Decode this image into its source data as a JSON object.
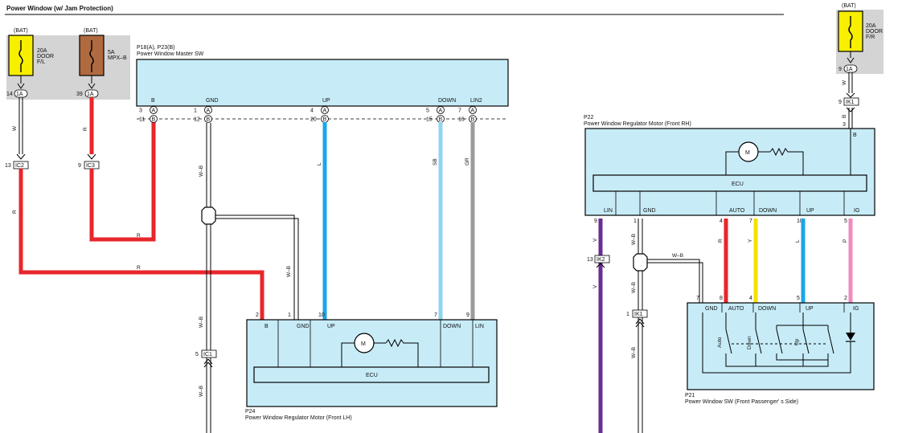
{
  "title": "Power Window (w/ Jam Protection)",
  "fuses": {
    "door_fl": {
      "source": "(BAT)",
      "rating": "20A",
      "name1": "DOOR",
      "name2": "F/L",
      "conn": "1A",
      "pin": "14"
    },
    "mpx_b": {
      "source": "(BAT)",
      "rating": "5A",
      "name1": "MPX–B",
      "conn": "1A",
      "pin": "39"
    },
    "door_fr": {
      "source": "(BAT)",
      "rating": "20A",
      "name1": "DOOR",
      "name2": "F/R",
      "conn": "1A",
      "pin": "9"
    }
  },
  "master_sw": {
    "code": "P18(A), P23(B)",
    "name": "Power Window Master SW",
    "terminals": [
      "B",
      "GND",
      "UP",
      "DOWN",
      "LIN2"
    ],
    "pins_a": [
      "3",
      "1",
      "4",
      "5",
      "7"
    ],
    "pins_b": [
      "11",
      "12",
      "20",
      "15",
      "16"
    ],
    "conn_a": "A",
    "conn_b": "B"
  },
  "motor_lh": {
    "code": "P24",
    "name": "Power Window Regulator Motor (Front LH)",
    "terminals": [
      "B",
      "GND",
      "UP",
      "DOWN",
      "LIN"
    ],
    "pins": [
      "2",
      "1",
      "10",
      "7",
      "9"
    ],
    "ecu": "ECU",
    "motor": "M"
  },
  "motor_rh": {
    "code": "P22",
    "name": "Power Window Regulator Motor (Front RH)",
    "terminals": [
      "LIN",
      "GND",
      "AUTO",
      "DOWN",
      "UP",
      "IG"
    ],
    "top_terminal": "B",
    "pins": [
      "9",
      "1",
      "4",
      "7",
      "10",
      "5"
    ],
    "top_pin": "3",
    "ecu": "ECU",
    "motor": "M"
  },
  "passenger_sw": {
    "code": "P21",
    "name": "Power Window SW (Front Passenger' s Side)",
    "terminals": [
      "GND",
      "AUTO",
      "DOWN",
      "UP",
      "IG"
    ],
    "pins": [
      "7",
      "8",
      "4",
      "5",
      "2"
    ],
    "switch_labels": [
      "Auto",
      "Down",
      "Up"
    ]
  },
  "connectors": {
    "ic2": {
      "name": "IC2",
      "pin": "13"
    },
    "ic3": {
      "name": "IC3",
      "pin": "9"
    },
    "ic1": {
      "name": "IC1",
      "pin": "5"
    },
    "ik1_top": {
      "name": "IK1",
      "pin": "9"
    },
    "ik2": {
      "name": "IK2",
      "pin": "13"
    },
    "ik1_bot": {
      "name": "IK1",
      "pin": "1"
    }
  },
  "wires": {
    "door_fl": "W",
    "mpx_b": "R",
    "r_left": "R",
    "r_horiz": "R",
    "r_main": "R",
    "gnd": "W–B",
    "gnd2": "W–B",
    "gnd3": "W–B",
    "up": "L",
    "down": "SB",
    "lin2": "GR",
    "fr_w": "W",
    "fr_b": "B",
    "v": "V",
    "v2": "V",
    "rh_gnd": "W–B",
    "rh_gnd2": "W–B",
    "rh_gnd3": "W–B",
    "rh_gnd4": "W–B",
    "auto_r": "R",
    "down_y": "Y",
    "up_l": "L",
    "ig_p": "P"
  },
  "colors": {
    "fuse_yellow": "#f7ee00",
    "fuse_brown": "#b06a40",
    "component_fill": "#c7ecf8",
    "fuse_box": "#d4d4d4",
    "red": "#e8262b",
    "blue": "#1aa7e8",
    "skyblue": "#8fd5f2",
    "gray": "#9b9b9b",
    "violet": "#6b2c91",
    "yellow": "#f4e000",
    "pink": "#f08bbf"
  }
}
